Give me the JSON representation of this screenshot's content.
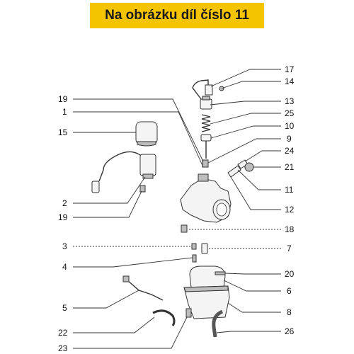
{
  "banner": {
    "text": "Na obrázku díl číslo 11",
    "color": "#f5c400"
  },
  "callouts": {
    "c1": "17",
    "c2": "14",
    "c3": "13",
    "c4": "25",
    "c5": "10",
    "c6": "9",
    "c7": "24",
    "c8": "21",
    "c9": "11",
    "c10": "12",
    "c11": "18",
    "c12": "7",
    "c13": "20",
    "c14": "6",
    "c15": "8",
    "c16": "26",
    "c17": "19",
    "c18": "1",
    "c19": "15",
    "c20": "2",
    "c21": "19",
    "c22": "3",
    "c23": "4",
    "c24": "5",
    "c25": "22",
    "c26": "23"
  }
}
